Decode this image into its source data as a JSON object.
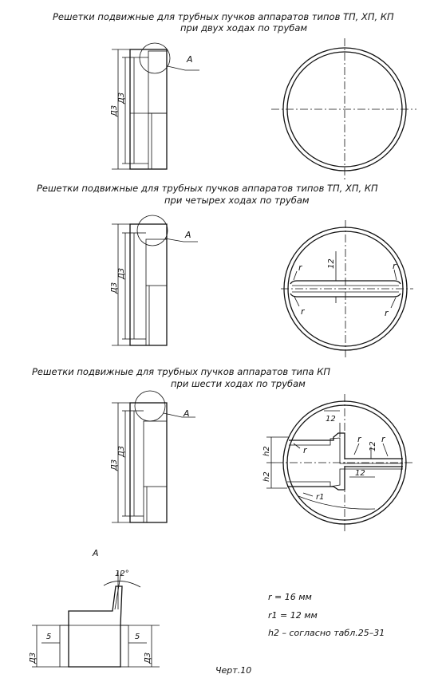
{
  "sections": [
    {
      "title_line1": "Решетки подвижные для трубных пучков аппаратов типов ТП, ХП, КП",
      "title_line2": "при двух ходах по трубам"
    },
    {
      "title_line1": "Решетки подвижные для трубных пучков аппаратов типов ТП, ХП, КП",
      "title_line2": "при четырех ходах по трубам"
    },
    {
      "title_line1": "Решетки подвижные для трубных пучков аппаратов типа КП",
      "title_line2": "при шести ходах по трубам"
    }
  ],
  "labels": {
    "detail_a": "А",
    "d3": "Д3",
    "dim_12": "12",
    "r": "r",
    "r1": "r1",
    "h2": "h2",
    "angle": "12°",
    "dim_5": "5"
  },
  "notes": {
    "r": "r = 16 мм",
    "r1": "r1 = 12 мм",
    "h2": "h2 – согласно табл.25–31"
  },
  "footer": "Черт.10"
}
